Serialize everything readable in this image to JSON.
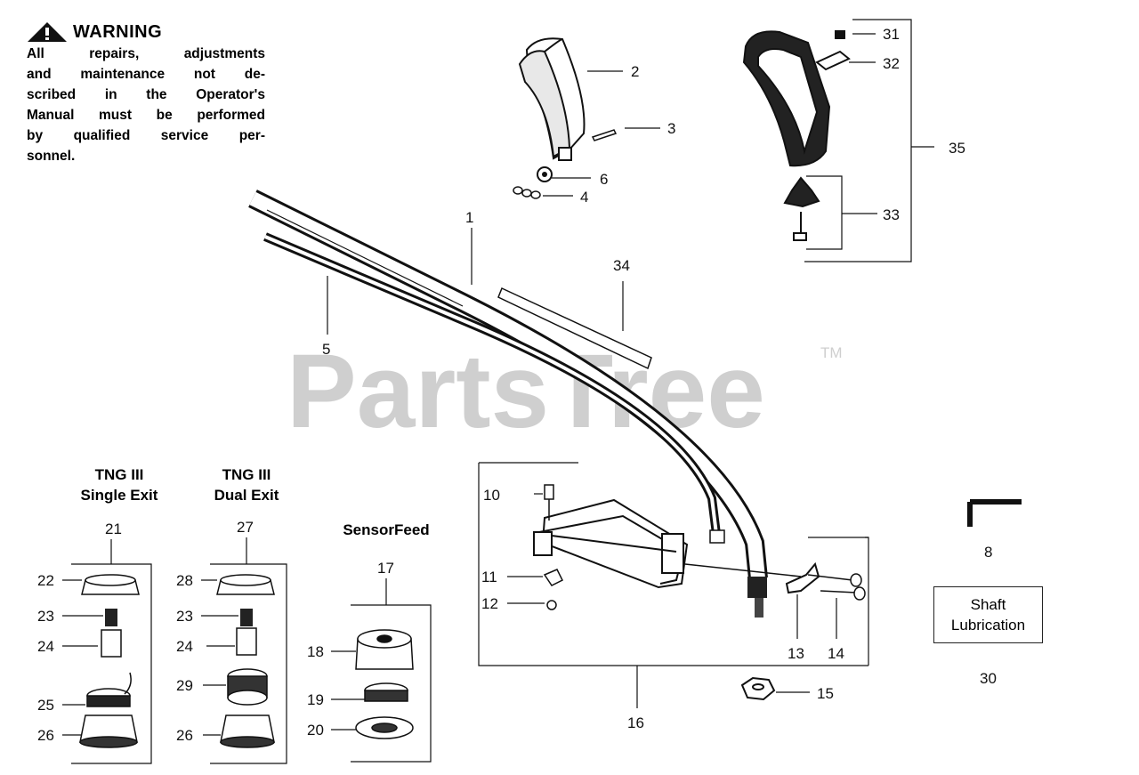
{
  "warning": {
    "title": "WARNING",
    "lines": [
      "All repairs, adjustments",
      "and maintenance not de-",
      "scribed in the Operator's",
      "Manual must be performed",
      "by qualified  service per-",
      "sonnel."
    ]
  },
  "watermark": {
    "text": "PartsTree",
    "tm": "TM"
  },
  "captions": {
    "single_exit": [
      "TNG III",
      "Single Exit"
    ],
    "dual_exit": [
      "TNG III",
      "Dual Exit"
    ],
    "sensorfeed": "SensorFeed"
  },
  "shaft_lubrication": [
    "Shaft",
    "Lubrication"
  ],
  "callouts": {
    "n1": "1",
    "n2": "2",
    "n3": "3",
    "n4": "4",
    "n5": "5",
    "n6": "6",
    "n8": "8",
    "n10": "10",
    "n11": "11",
    "n12": "12",
    "n13": "13",
    "n14": "14",
    "n15": "15",
    "n16": "16",
    "n17": "17",
    "n18": "18",
    "n19": "19",
    "n20": "20",
    "n21": "21",
    "n22a": "22",
    "n23a": "23",
    "n24a": "24",
    "n25": "25",
    "n26a": "26",
    "n27": "27",
    "n28": "28",
    "n23b": "23",
    "n24b": "24",
    "n29": "29",
    "n26b": "26",
    "n30": "30",
    "n31": "31",
    "n32": "32",
    "n33": "33",
    "n34": "34",
    "n35": "35"
  }
}
